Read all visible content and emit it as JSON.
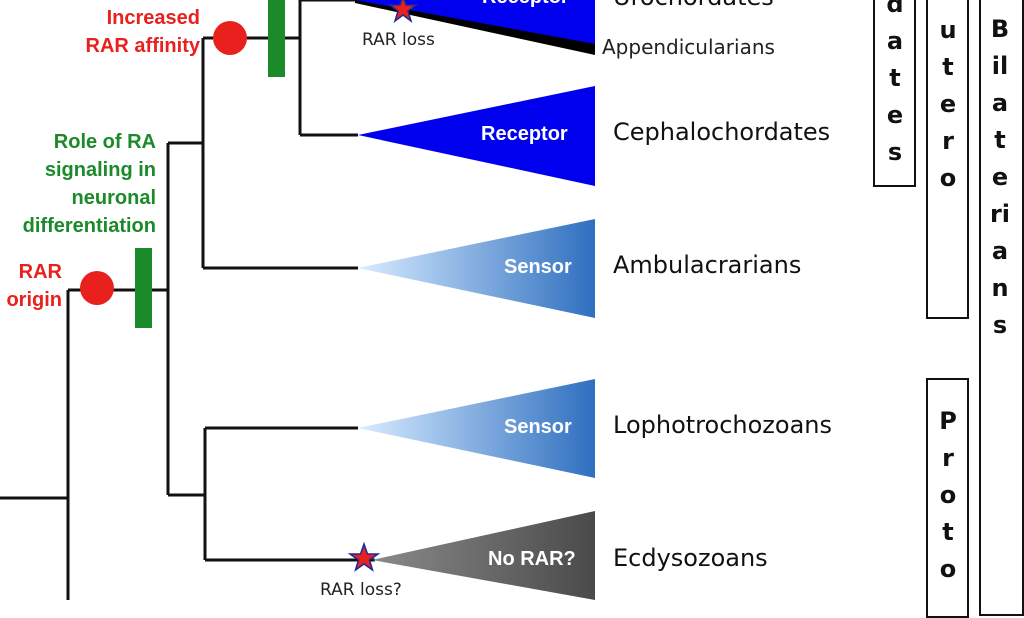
{
  "events": {
    "increased_rar_affinity": "Increased RAR affinity",
    "role_of_ra": "Role of RA signaling in neuronal differentiation",
    "rar_origin": "RAR origin"
  },
  "annotations": {
    "rar_loss": "RAR loss",
    "rar_loss_q": "RAR loss?"
  },
  "triangles": {
    "urochordates": "Receptor",
    "cephalochordates": "Receptor",
    "ambulacrarians": "Sensor",
    "lophotrochozoans": "Sensor",
    "ecdysozoans": "No RAR?"
  },
  "taxa": {
    "urochordates": "Urochordates",
    "appendicularians": "Appendicularians",
    "cephalochordates": "Cephalochordates",
    "ambulacrarians": "Ambulacrarians",
    "lophotrochozoans": "Lophotrochozoans",
    "ecdysozoans": "Ecdysozoans"
  },
  "clades": {
    "chordates": "dates",
    "deuterostomes": "utero",
    "bilaterians": "Bilaterians",
    "protostomes": "Proto"
  },
  "colors": {
    "receptor": "#0000ee",
    "sensor": "#2f6fc0",
    "no_rar": "#4a4a4a",
    "event_red": "#e8211f",
    "event_green": "#1b8a2a"
  }
}
